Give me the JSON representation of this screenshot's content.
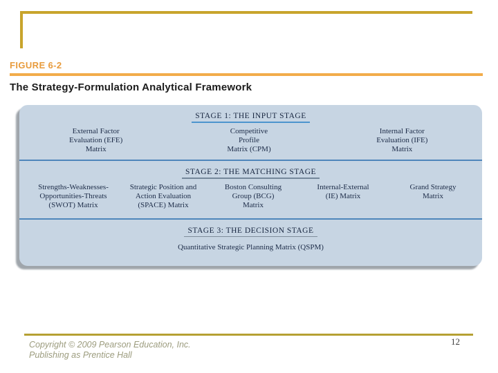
{
  "header": {
    "figure_label": "FIGURE 6-2",
    "title": "The Strategy-Formulation Analytical Framework"
  },
  "framework": {
    "stages": [
      {
        "header": "STAGE 1: THE INPUT STAGE",
        "items": [
          {
            "name": "efe-matrix",
            "lines": [
              "External Factor",
              "Evaluation (EFE)",
              "Matrix"
            ]
          },
          {
            "name": "cpm-matrix",
            "lines": [
              "Competitive",
              "Profile",
              "Matrix (CPM)"
            ]
          },
          {
            "name": "ife-matrix",
            "lines": [
              "Internal Factor",
              "Evaluation (IFE)",
              "Matrix"
            ]
          }
        ]
      },
      {
        "header": "STAGE 2: THE MATCHING STAGE",
        "items": [
          {
            "name": "swot-matrix",
            "lines": [
              "Strengths-Weaknesses-",
              "Opportunities-Threats",
              "(SWOT) Matrix"
            ]
          },
          {
            "name": "space-matrix",
            "lines": [
              "Strategic Position and",
              "Action Evaluation",
              "(SPACE) Matrix"
            ]
          },
          {
            "name": "bcg-matrix",
            "lines": [
              "Boston Consulting",
              "Group (BCG)",
              "Matrix"
            ]
          },
          {
            "name": "ie-matrix",
            "lines": [
              "Internal-External",
              "(IE) Matrix"
            ]
          },
          {
            "name": "grand-strategy-matrix",
            "lines": [
              "Grand Strategy",
              "Matrix"
            ]
          }
        ]
      },
      {
        "header": "STAGE 3: THE DECISION STAGE",
        "items": [
          {
            "name": "qspm-matrix",
            "lines": [
              "Quantitative Strategic Planning Matrix (QSPM)"
            ]
          }
        ]
      }
    ]
  },
  "footer": {
    "copyright_line1": "Copyright © 2009 Pearson Education, Inc.",
    "copyright_line2": "Publishing as Prentice Hall",
    "page_number": "12"
  },
  "colors": {
    "accent_gold": "#C8A42C",
    "figure_label_orange": "#E89B3C",
    "rule_orange": "#F2AC4A",
    "panel_blue": "#C7D5E3",
    "divider_blue": "#4E86BB",
    "stage1_underline": "#4C94CE",
    "stage2_underline": "#74879B",
    "stage3_underline": "#7E8C9B",
    "diagram_text_navy": "#1C2B47",
    "footer_rule_gold": "#B5A033",
    "copyright_olive": "#9C9C7E"
  }
}
